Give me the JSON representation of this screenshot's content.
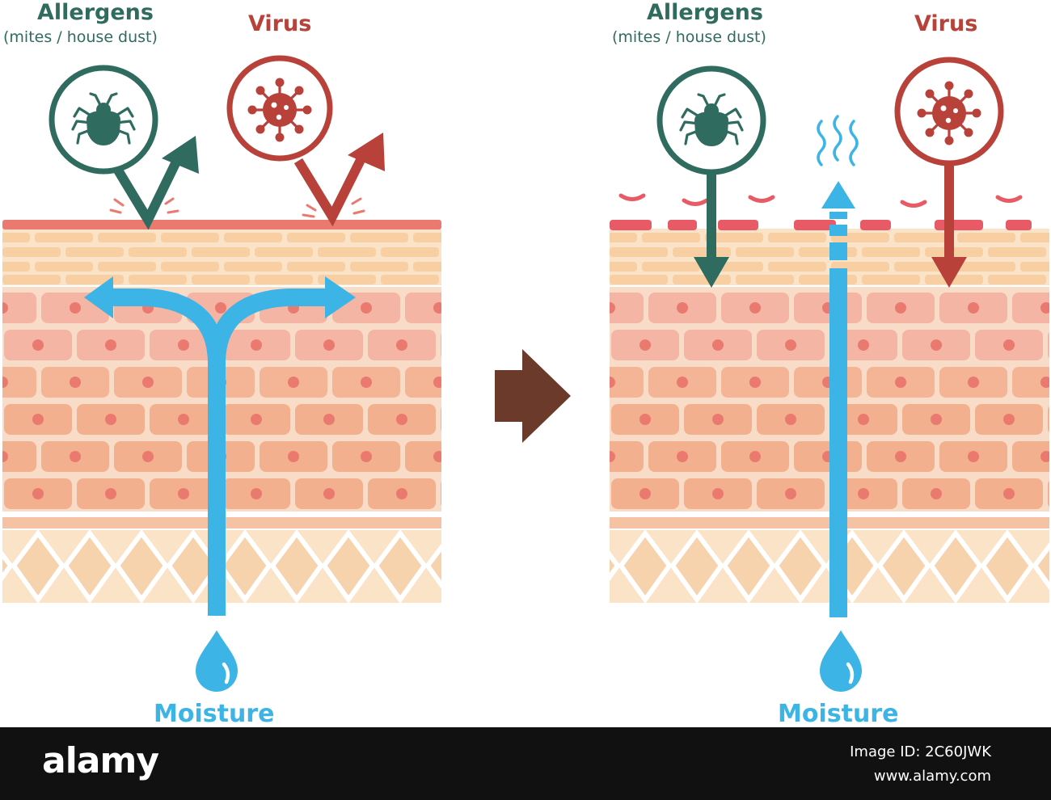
{
  "left_panel": {
    "allergens_title": "Allergens",
    "allergens_sub": "(mites / house dust)",
    "virus_title": "Virus",
    "moisture_label": "Moisture"
  },
  "right_panel": {
    "allergens_title": "Allergens",
    "allergens_sub": "(mites / house dust)",
    "virus_title": "Virus",
    "moisture_label": "Moisture"
  },
  "footer": {
    "brand": "alamy",
    "image_id": "Image ID: 2C60JWK",
    "url": "www.alamy.com"
  },
  "colors": {
    "allergen": "#2f6b5f",
    "virus": "#b8413a",
    "moisture": "#3cb4e6",
    "barrier_healthy": "#ea7a6f",
    "barrier_damaged": "#e85a66",
    "arrow_transition": "#6b3a2a"
  },
  "icons": [
    "mite-icon",
    "virus-icon",
    "water-drop-icon",
    "steam-icon",
    "right-arrow-icon"
  ]
}
